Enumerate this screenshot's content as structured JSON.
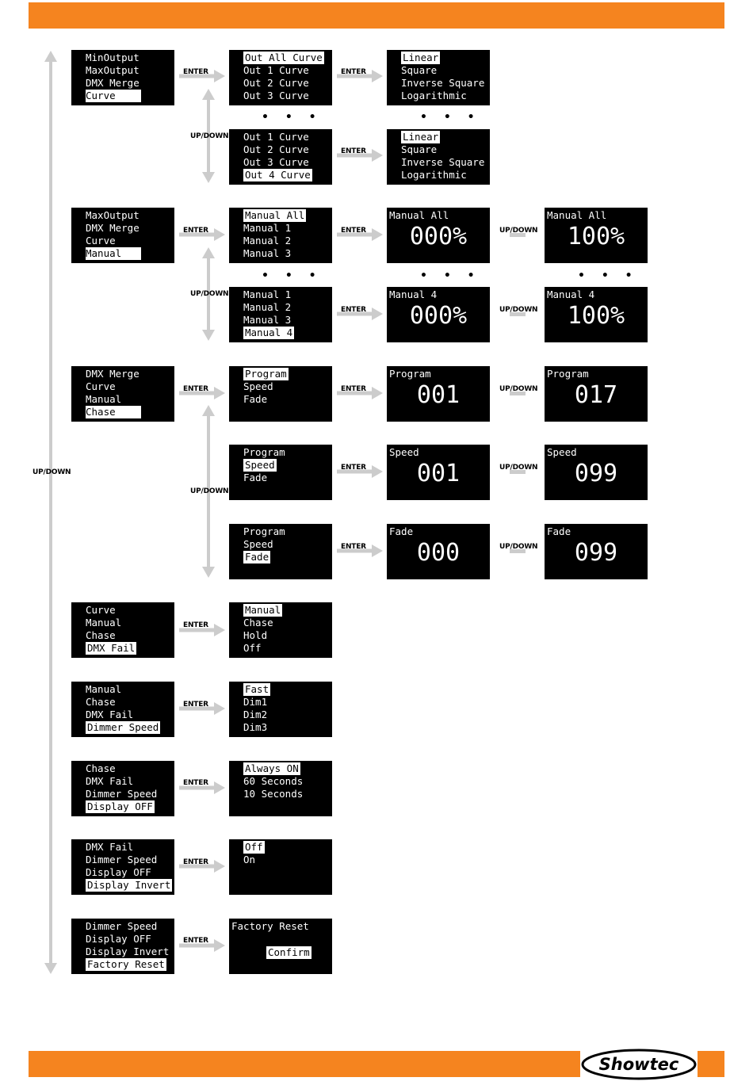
{
  "labels": {
    "enter": "ENTER",
    "updown": "UP/DOWN",
    "dots": "• • •"
  },
  "brand": {
    "accent": "#f5841f",
    "logo_text": "Showtec"
  },
  "rows": {
    "curve": {
      "main": [
        "MinOutput",
        "MaxOutput",
        "DMX Merge",
        "Curve"
      ],
      "sub1": [
        "Out All Curve",
        "Out 1 Curve",
        "Out 2 Curve",
        "Out 3 Curve"
      ],
      "opt1": [
        "Linear",
        "Square",
        "Inverse Square",
        "Logarithmic"
      ],
      "sub2": [
        "Out 1 Curve",
        "Out 2 Curve",
        "Out 3 Curve",
        "Out 4 Curve"
      ],
      "opt2": [
        "Linear",
        "Square",
        "Inverse Square",
        "Logarithmic"
      ]
    },
    "manual": {
      "main": [
        "MaxOutput",
        "DMX Merge",
        "Curve",
        "Manual"
      ],
      "sub1": [
        "Manual All",
        "Manual 1",
        "Manual 2",
        "Manual 3"
      ],
      "val1a": {
        "title": "Manual All",
        "value": "000%"
      },
      "val1b": {
        "title": "Manual All",
        "value": "100%"
      },
      "sub2": [
        "Manual 1",
        "Manual 2",
        "Manual 3",
        "Manual 4"
      ],
      "val2a": {
        "title": "Manual 4",
        "value": "000%"
      },
      "val2b": {
        "title": "Manual 4",
        "value": "100%"
      }
    },
    "chase": {
      "main": [
        "DMX Merge",
        "Curve",
        "Manual",
        "Chase"
      ],
      "sub1": [
        "Program",
        "Speed",
        "Fade"
      ],
      "val1a": {
        "title": "Program",
        "value": "001"
      },
      "val1b": {
        "title": "Program",
        "value": "017"
      },
      "sub2": [
        "Program",
        "Speed",
        "Fade"
      ],
      "val2a": {
        "title": "Speed",
        "value": "001"
      },
      "val2b": {
        "title": "Speed",
        "value": "099"
      },
      "sub3": [
        "Program",
        "Speed",
        "Fade"
      ],
      "val3a": {
        "title": "Fade",
        "value": "000"
      },
      "val3b": {
        "title": "Fade",
        "value": "099"
      }
    },
    "dmxfail": {
      "main": [
        "Curve",
        "Manual",
        "Chase",
        "DMX Fail"
      ],
      "sub": [
        "Manual",
        "Chase",
        "Hold",
        "Off"
      ]
    },
    "dimmer": {
      "main": [
        "Manual",
        "Chase",
        "DMX Fail",
        "Dimmer Speed"
      ],
      "sub": [
        "Fast",
        "Dim1",
        "Dim2",
        "Dim3"
      ]
    },
    "display": {
      "main": [
        "Chase",
        "DMX Fail",
        "Dimmer Speed",
        "Display OFF"
      ],
      "sub": [
        "Always ON",
        "60 Seconds",
        "10 Seconds"
      ]
    },
    "invert": {
      "main": [
        "DMX Fail",
        "Dimmer Speed",
        "Display OFF",
        "Display Invert"
      ],
      "sub": [
        "Off",
        "On"
      ]
    },
    "reset": {
      "main": [
        "Dimmer Speed",
        "Display OFF",
        "Display Invert",
        "Factory Reset"
      ],
      "title": "Factory Reset",
      "confirm": "Confirm"
    }
  }
}
